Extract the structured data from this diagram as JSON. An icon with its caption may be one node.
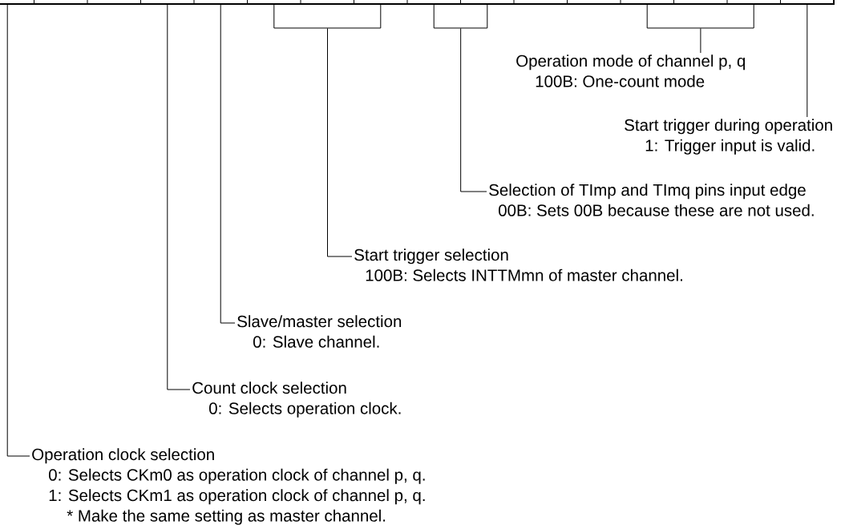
{
  "diagram": {
    "nodes": [
      {
        "text": [
          "Operation mode of channel p, q",
          "100B: One-count mode"
        ]
      },
      {
        "text": [
          "Start trigger during operation",
          "1: Trigger input is valid."
        ]
      },
      {
        "text": [
          "Selection of TImp and TImq pins input edge",
          "00B: Sets 00B because these are not used."
        ]
      },
      {
        "text": [
          "Start trigger selection",
          "100B: Selects INTTMmn of master channel."
        ]
      },
      {
        "text": [
          "Slave/master selection",
          "0: Slave channel."
        ]
      },
      {
        "text": [
          "Count clock selection",
          "0: Selects operation clock."
        ]
      },
      {
        "text": [
          "Operation clock selection",
          "0: Selects CKm0 as operation clock of channel p, q.",
          "1: Selects CKm1 as operation clock of channel p, q.",
          "* Make the same setting as master channel."
        ]
      },
      {
        "text": [],
        "shape": "bracket"
      },
      {
        "text": [],
        "shape": "bracket"
      },
      {
        "text": [],
        "shape": "bracket"
      }
    ],
    "edges": [
      {
        "from": 0,
        "to": 9,
        "arrow": "none"
      },
      {
        "from": 1,
        "to": null,
        "arrow": "none"
      },
      {
        "from": 2,
        "to": 8,
        "arrow": "none"
      },
      {
        "from": 3,
        "to": 7,
        "arrow": "none"
      },
      {
        "from": 4,
        "to": null,
        "arrow": "none"
      },
      {
        "from": 5,
        "to": null,
        "arrow": "none"
      },
      {
        "from": 6,
        "to": null,
        "arrow": "none"
      }
    ]
  }
}
